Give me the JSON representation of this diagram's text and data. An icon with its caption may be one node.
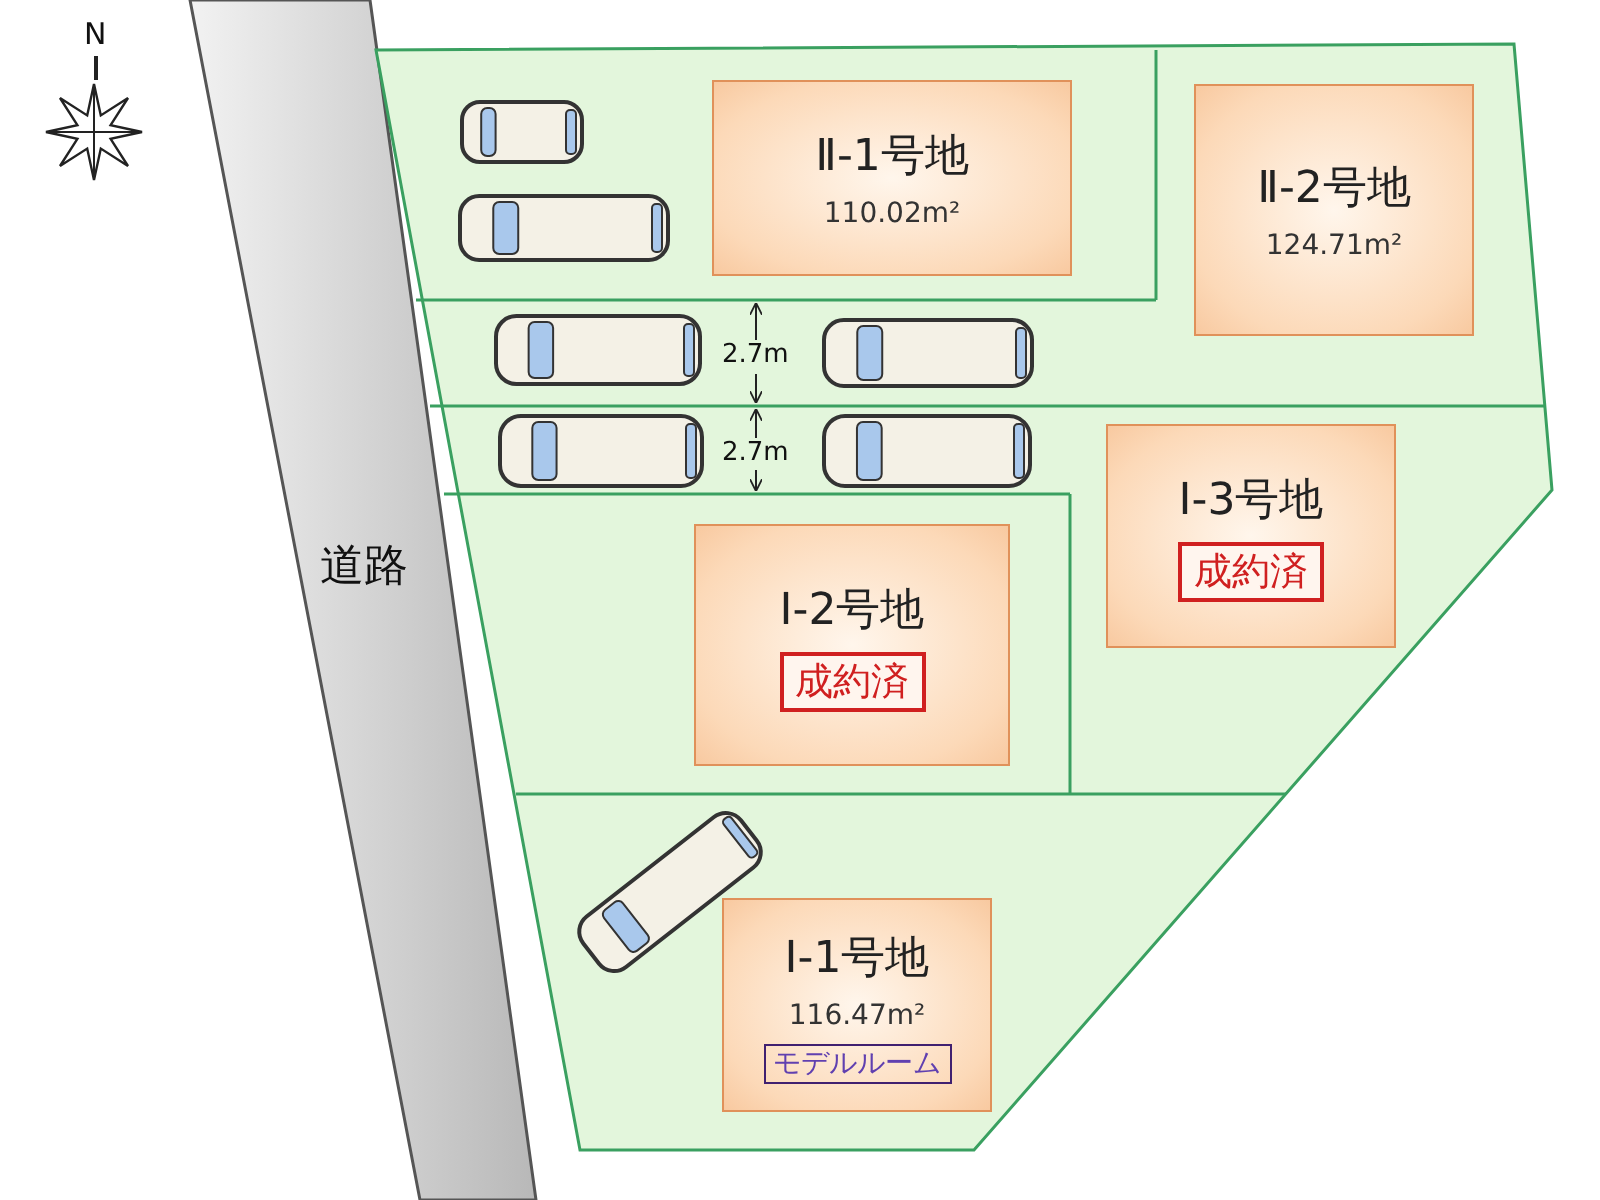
{
  "diagram": {
    "nodes": [
      {
        "text": [
          "Ⅱ-1号地",
          "110.02m²"
        ]
      },
      {
        "text": [
          "Ⅱ-2号地",
          "124.71m²"
        ]
      },
      {
        "text": [
          "Ⅰ-3号地",
          "成約済"
        ]
      },
      {
        "text": [
          "Ⅰ-2号地",
          "成約済"
        ]
      },
      {
        "text": [
          "Ⅰ-1号地",
          "116.47m²",
          "モデルルーム"
        ]
      }
    ],
    "labels": [
      "N",
      "2.7m",
      "2.7m",
      "道路"
    ]
  }
}
